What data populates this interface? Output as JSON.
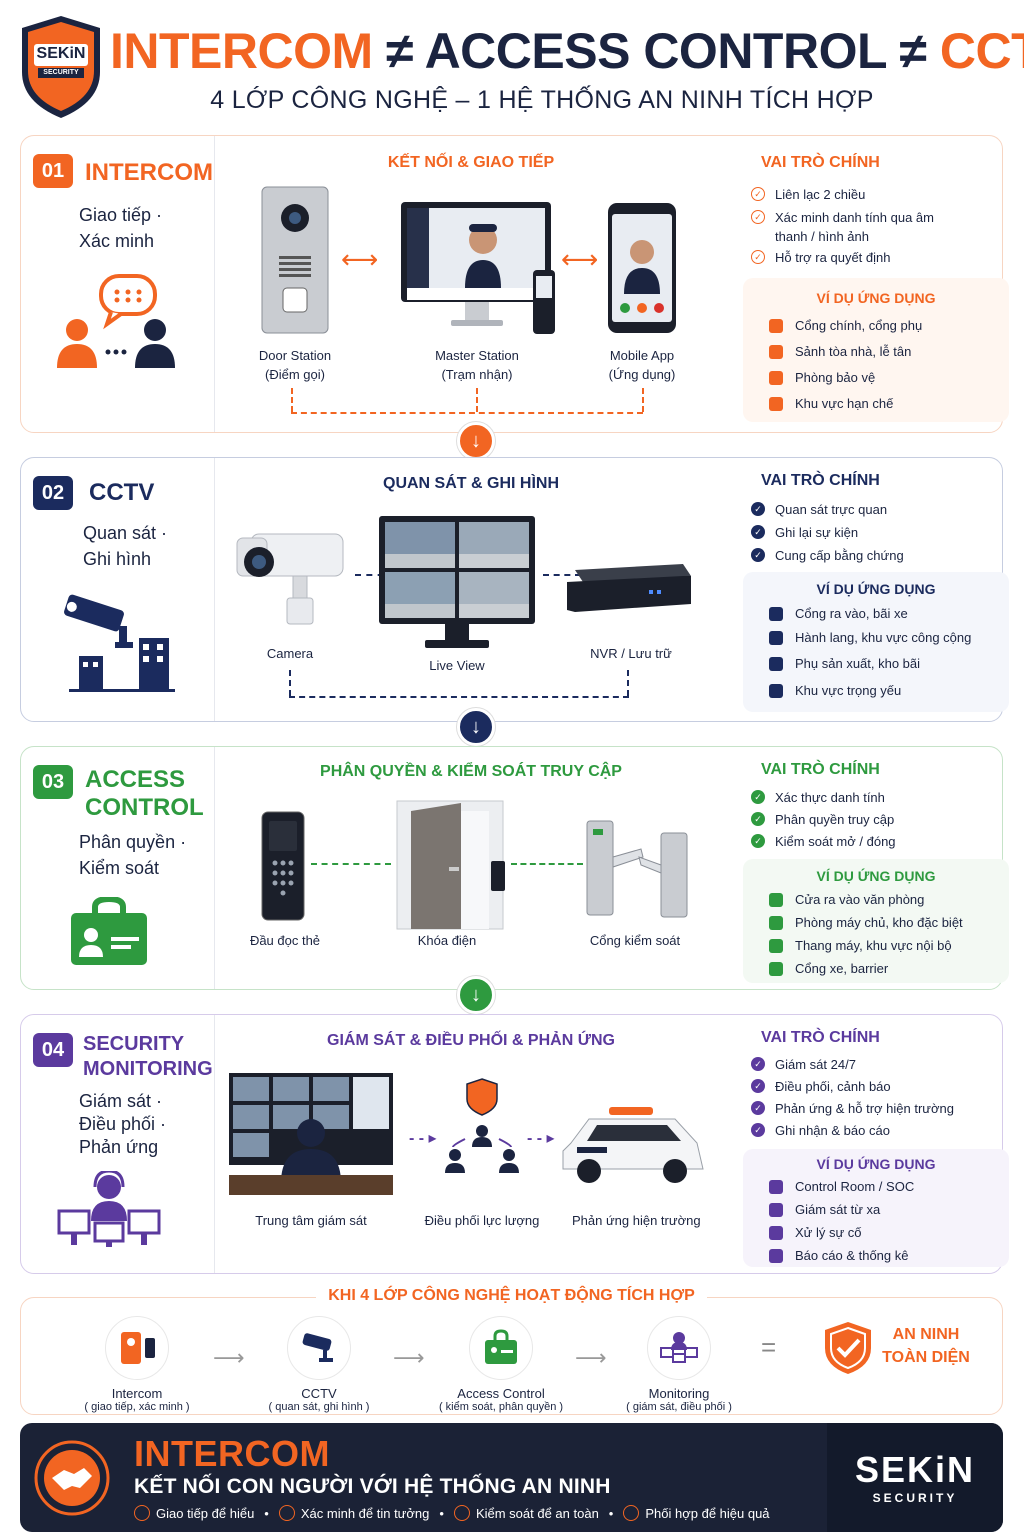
{
  "header": {
    "logo_text": "SEKiN",
    "logo_sub": "SECURITY",
    "title_part1": "INTERCOM",
    "neq1": "≠",
    "title_part2": "ACCESS CONTROL",
    "neq2": "≠",
    "title_part3": "CCTV",
    "subtitle": "4 LỚP CÔNG NGHỆ – 1 HỆ THỐNG AN NINH TÍCH HỢP"
  },
  "sections": [
    {
      "num": "01",
      "name": "INTERCOM",
      "desc1": "Giao tiếp ·",
      "desc2": "Xác minh",
      "mid_title": "KẾT NỐI & GIAO TIẾP",
      "devices": [
        {
          "name": "Door Station",
          "sub": "(Điểm gọi)"
        },
        {
          "name": "Master Station",
          "sub": "(Trạm nhận)"
        },
        {
          "name": "Mobile App",
          "sub": "(Ứng dụng)"
        }
      ],
      "role_title": "VAI TRÒ CHÍNH",
      "roles": [
        "Liên lạc 2 chiều",
        "Xác minh danh tính qua âm thanh / hình ảnh",
        "Hỗ trợ ra quyết định"
      ],
      "ex_title": "VÍ DỤ ỨNG DỤNG",
      "examples": [
        "Cổng chính, cổng phụ",
        "Sảnh tòa nhà, lễ tân",
        "Phòng bảo vệ",
        "Khu vực hạn chế"
      ],
      "color": "#f26522"
    },
    {
      "num": "02",
      "name": "CCTV",
      "desc1": "Quan sát ·",
      "desc2": "Ghi hình",
      "mid_title": "QUAN SÁT & GHI HÌNH",
      "devices": [
        {
          "name": "Camera",
          "sub": ""
        },
        {
          "name": "Live View",
          "sub": ""
        },
        {
          "name": "NVR / Lưu trữ",
          "sub": ""
        }
      ],
      "role_title": "VAI TRÒ CHÍNH",
      "roles": [
        "Quan sát trực quan",
        "Ghi lại sự kiện",
        "Cung cấp bằng chứng"
      ],
      "ex_title": "VÍ DỤ ỨNG DỤNG",
      "examples": [
        "Cổng ra vào, bãi xe",
        "Hành lang, khu vực công cộng",
        "Phụ sản xuất, kho bãi",
        "Khu vực trọng yếu"
      ],
      "color": "#1b2b5e"
    },
    {
      "num": "03",
      "name1": "ACCESS",
      "name2": "CONTROL",
      "desc1": "Phân quyền ·",
      "desc2": "Kiểm soát",
      "mid_title": "PHÂN QUYỀN & KIỂM SOÁT TRUY CẬP",
      "devices": [
        {
          "name": "Đầu đọc thẻ",
          "sub": ""
        },
        {
          "name": "Khóa điện",
          "sub": ""
        },
        {
          "name": "Cổng kiểm soát",
          "sub": ""
        }
      ],
      "role_title": "VAI TRÒ CHÍNH",
      "roles": [
        "Xác thực danh tính",
        "Phân quyền truy cập",
        "Kiểm soát mở / đóng"
      ],
      "ex_title": "VÍ DỤ ỨNG DỤNG",
      "examples": [
        "Cửa ra vào văn phòng",
        "Phòng máy chủ, kho đặc biệt",
        "Thang máy, khu vực nội bộ",
        "Cổng xe, barrier"
      ],
      "color": "#2e9a3f"
    },
    {
      "num": "04",
      "name1": "SECURITY",
      "name2": "MONITORING",
      "desc1": "Giám sát ·",
      "desc2": "Điều phối ·",
      "desc3": "Phản ứng",
      "mid_title": "GIÁM SÁT & ĐIỀU PHỐI & PHẢN ỨNG",
      "devices": [
        {
          "name": "Trung tâm giám sát",
          "sub": ""
        },
        {
          "name": "Điều phối lực lượng",
          "sub": ""
        },
        {
          "name": "Phản ứng hiện trường",
          "sub": ""
        }
      ],
      "role_title": "VAI TRÒ CHÍNH",
      "roles": [
        "Giám sát 24/7",
        "Điều phối, cảnh báo",
        "Phản ứng & hỗ trợ hiện trường",
        "Ghi nhận & báo cáo"
      ],
      "ex_title": "VÍ DỤ ỨNG DỤNG",
      "examples": [
        "Control Room / SOC",
        "Giám sát từ xa",
        "Xử lý sự cố",
        "Báo cáo & thống kê"
      ],
      "color": "#5b3a9e"
    }
  ],
  "integration": {
    "title": "KHI 4 LỚP CÔNG NGHỆ HOẠT ĐỘNG TÍCH HỢP",
    "steps": [
      {
        "name": "Intercom",
        "desc": "( giao tiếp, xác minh )"
      },
      {
        "name": "CCTV",
        "desc": "( quan sát, ghi hình )"
      },
      {
        "name": "Access Control",
        "desc": "( kiểm soát, phân quyền )"
      },
      {
        "name": "Monitoring",
        "desc": "( giám sát, điều phối )"
      }
    ],
    "equals": "=",
    "result1": "AN NINH",
    "result2": "TOÀN DIỆN"
  },
  "footer": {
    "title": "INTERCOM",
    "subtitle": "KẾT NỐI CON NGƯỜI VỚI HỆ THỐNG AN NINH",
    "items": [
      "Giao tiếp để hiểu",
      "Xác minh để tin tưởng",
      "Kiểm soát để an toàn",
      "Phối hợp để hiệu quả"
    ],
    "brand": "SEKiN",
    "brand_sub": "SECURITY"
  },
  "colors": {
    "orange": "#f26522",
    "navy": "#1b2b5e",
    "green": "#2e9a3f",
    "purple": "#5b3a9e"
  }
}
